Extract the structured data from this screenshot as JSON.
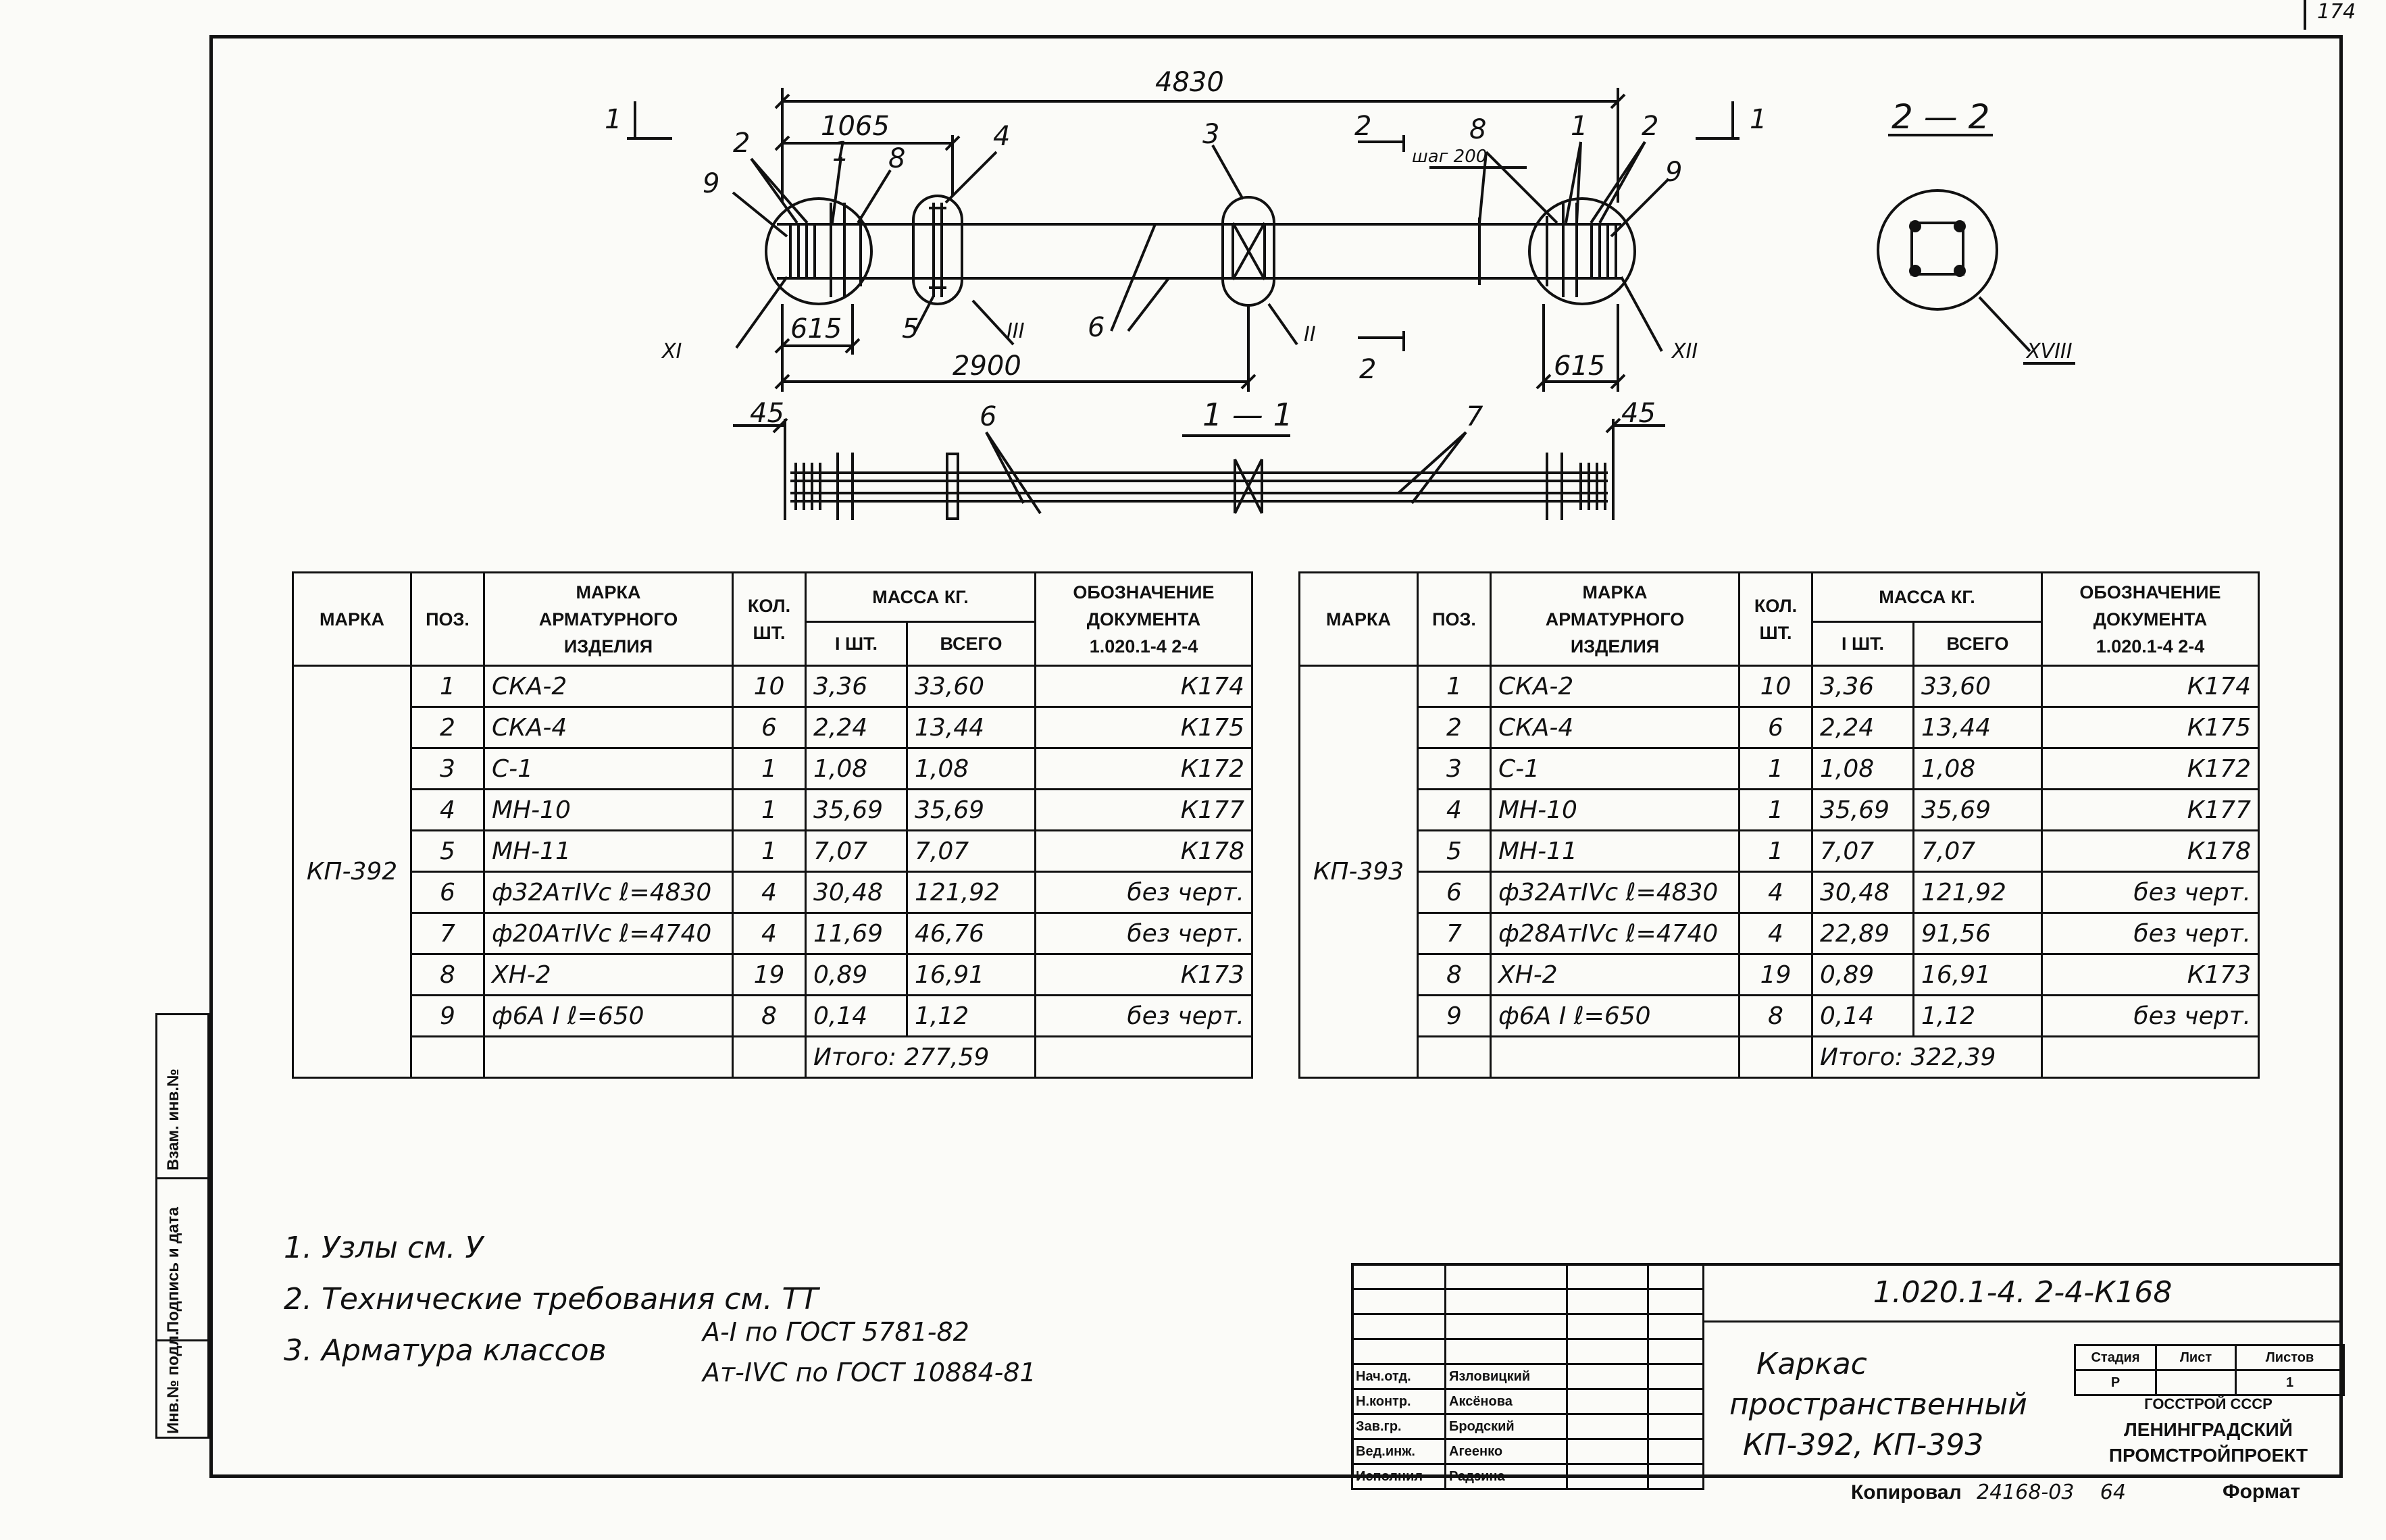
{
  "sheet": {
    "page_corner": "174"
  },
  "drawing": {
    "dims": {
      "total": "4830",
      "d1065": "1065",
      "d2900": "2900",
      "d615_left": "615",
      "d615_right": "615",
      "d45_left": "45",
      "d45_right": "45",
      "pitch": "шаг 200"
    },
    "positions": [
      "1",
      "2",
      "3",
      "4",
      "5",
      "6",
      "7",
      "8",
      "9"
    ],
    "sections": {
      "cut11_left": "1",
      "cut11_right": "1",
      "cut22_top": "2",
      "cut22_bottom": "2",
      "section_22": "2 — 2",
      "section_11": "1 — 1"
    },
    "nodes": {
      "XI": "XI",
      "III": "III",
      "II": "II",
      "XII": "XII",
      "XVIII": "XVIII"
    }
  },
  "spec_header": {
    "marka": "МАРКА",
    "poz": "ПОЗ.",
    "izdelie_1": "МАРКА",
    "izdelie_2": "АРМАТУРНОГО",
    "izdelie_3": "ИЗДЕЛИЯ",
    "kol_1": "КОЛ.",
    "kol_2": "ШТ.",
    "massa": "МАССА КГ.",
    "sht": "I ШТ.",
    "vsego": "ВСЕГО",
    "oboz_1": "ОБОЗНАЧЕНИЕ",
    "oboz_2": "ДОКУМЕНТА",
    "oboz_3": "1.020.1-4 2-4"
  },
  "tables": [
    {
      "marka": "КП-392",
      "rows": [
        {
          "poz": "1",
          "izd": "СКА-2",
          "kol": "10",
          "m1": "3,36",
          "mv": "33,60",
          "doc": "К174"
        },
        {
          "poz": "2",
          "izd": "СКА-4",
          "kol": "6",
          "m1": "2,24",
          "mv": "13,44",
          "doc": "К175"
        },
        {
          "poz": "3",
          "izd": "С-1",
          "kol": "1",
          "m1": "1,08",
          "mv": "1,08",
          "doc": "К172"
        },
        {
          "poz": "4",
          "izd": "МН-10",
          "kol": "1",
          "m1": "35,69",
          "mv": "35,69",
          "doc": "К177"
        },
        {
          "poz": "5",
          "izd": "МН-11",
          "kol": "1",
          "m1": "7,07",
          "mv": "7,07",
          "doc": "К178"
        },
        {
          "poz": "6",
          "izd": "ф32АтIVс ℓ=4830",
          "kol": "4",
          "m1": "30,48",
          "mv": "121,92",
          "doc": "без черт."
        },
        {
          "poz": "7",
          "izd": "ф20АтIVс ℓ=4740",
          "kol": "4",
          "m1": "11,69",
          "mv": "46,76",
          "doc": "без черт."
        },
        {
          "poz": "8",
          "izd": "ХН-2",
          "kol": "19",
          "m1": "0,89",
          "mv": "16,91",
          "doc": "К173"
        },
        {
          "poz": "9",
          "izd": "ф6А I ℓ=650",
          "kol": "8",
          "m1": "0,14",
          "mv": "1,12",
          "doc": "без черт."
        }
      ],
      "total": "Итого: 277,59"
    },
    {
      "marka": "КП-393",
      "rows": [
        {
          "poz": "1",
          "izd": "СКА-2",
          "kol": "10",
          "m1": "3,36",
          "mv": "33,60",
          "doc": "К174"
        },
        {
          "poz": "2",
          "izd": "СКА-4",
          "kol": "6",
          "m1": "2,24",
          "mv": "13,44",
          "doc": "К175"
        },
        {
          "poz": "3",
          "izd": "С-1",
          "kol": "1",
          "m1": "1,08",
          "mv": "1,08",
          "doc": "К172"
        },
        {
          "poz": "4",
          "izd": "МН-10",
          "kol": "1",
          "m1": "35,69",
          "mv": "35,69",
          "doc": "К177"
        },
        {
          "poz": "5",
          "izd": "МН-11",
          "kol": "1",
          "m1": "7,07",
          "mv": "7,07",
          "doc": "К178"
        },
        {
          "poz": "6",
          "izd": "ф32АтIVс ℓ=4830",
          "kol": "4",
          "m1": "30,48",
          "mv": "121,92",
          "doc": "без черт."
        },
        {
          "poz": "7",
          "izd": "ф28АтIVс ℓ=4740",
          "kol": "4",
          "m1": "22,89",
          "mv": "91,56",
          "doc": "без черт."
        },
        {
          "poz": "8",
          "izd": "ХН-2",
          "kol": "19",
          "m1": "0,89",
          "mv": "16,91",
          "doc": "К173"
        },
        {
          "poz": "9",
          "izd": "ф6А I ℓ=650",
          "kol": "8",
          "m1": "0,14",
          "mv": "1,12",
          "doc": "без черт."
        }
      ],
      "total": "Итого: 322,39"
    }
  ],
  "notes": [
    "1. Узлы см. У",
    "2. Технические требования см. ТТ",
    "3. Арматура классов",
    "А-I  по ГОСТ 5781-82",
    "Ат-IVС  по ГОСТ 10884-81"
  ],
  "title_block": {
    "code": "1.020.1-4. 2-4-К168",
    "title_1": "Каркас",
    "title_2": "пространственный",
    "title_3": "КП-392, КП-393",
    "stadia": "Стадия",
    "list": "Лист",
    "listov": "Листов",
    "stadia_v": "Р",
    "list_v": "",
    "listov_v": "1",
    "org_1": "ГОССТРОЙ СССР",
    "org_2": "ЛЕНИНГРАДСКИЙ",
    "org_3": "ПРОМСТРОЙПРОЕКТ",
    "roles": [
      {
        "role": "Нач.отд.",
        "name": "Язловицкий"
      },
      {
        "role": "Н.контр.",
        "name": "Аксёнова"
      },
      {
        "role": "Зав.гр.",
        "name": "Бродский"
      },
      {
        "role": "Вед.инж.",
        "name": "Агеенко"
      },
      {
        "role": "Исполнил",
        "name": "Радзина"
      }
    ],
    "copied": "Копировал",
    "copy_num": "24168-03",
    "copy_sheet": "64",
    "format": "Формат"
  },
  "side_strip": {
    "a": "Взам. инв.№",
    "b": "Подпись и дата",
    "c": "Инв.№ подл."
  }
}
